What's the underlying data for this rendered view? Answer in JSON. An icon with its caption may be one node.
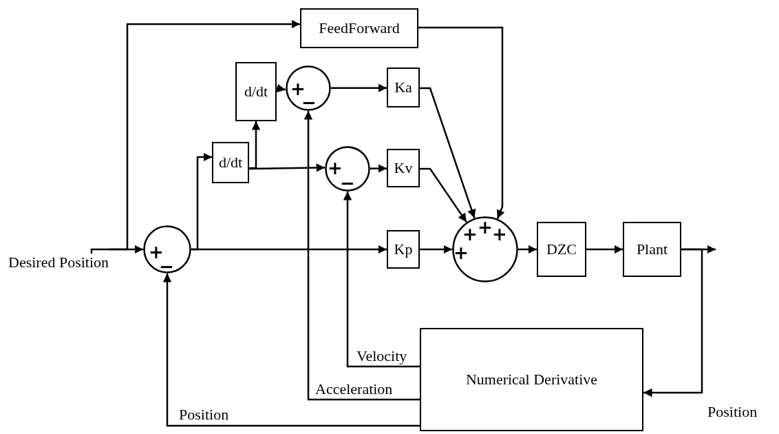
{
  "diagram": {
    "nodes": [
      {
        "text": [
          "Desired Position"
        ]
      },
      {
        "text": [
          "+",
          "−"
        ]
      },
      {
        "text": [
          "FeedForward"
        ]
      },
      {
        "text": [
          "d/dt"
        ]
      },
      {
        "text": [
          "d/dt"
        ]
      },
      {
        "text": [
          "+",
          "−"
        ]
      },
      {
        "text": [
          "+",
          "−"
        ]
      },
      {
        "text": [
          "Ka"
        ]
      },
      {
        "text": [
          "Kv"
        ]
      },
      {
        "text": [
          "Kp"
        ]
      },
      {
        "text": [
          "+",
          "+",
          "+",
          "+"
        ]
      },
      {
        "text": [
          "DZC"
        ]
      },
      {
        "text": [
          "Plant"
        ]
      },
      {
        "text": [
          "Numerical Derivative"
        ]
      }
    ],
    "edges": [
      {
        "from": 0,
        "to": 1,
        "arrow": "to"
      },
      {
        "from": 0,
        "to": 2,
        "arrow": "to"
      },
      {
        "from": 1,
        "to": 3,
        "arrow": "to"
      },
      {
        "from": 1,
        "to": 9,
        "arrow": "to"
      },
      {
        "from": 3,
        "to": 4,
        "arrow": "to"
      },
      {
        "from": 3,
        "to": 6,
        "arrow": "to"
      },
      {
        "from": 4,
        "to": 5,
        "arrow": "to"
      },
      {
        "from": 5,
        "to": 7,
        "arrow": "to"
      },
      {
        "from": 6,
        "to": 8,
        "arrow": "to"
      },
      {
        "from": 7,
        "to": 10,
        "arrow": "to"
      },
      {
        "from": 8,
        "to": 10,
        "arrow": "to"
      },
      {
        "from": 9,
        "to": 10,
        "arrow": "to"
      },
      {
        "from": 2,
        "to": 10,
        "arrow": "to"
      },
      {
        "from": 10,
        "to": 11,
        "arrow": "to"
      },
      {
        "from": 11,
        "to": 12,
        "arrow": "to"
      },
      {
        "from": 12,
        "to": null,
        "arrow": "to"
      },
      {
        "from": 12,
        "to": 13,
        "label": "Position",
        "arrow": "to"
      },
      {
        "from": 13,
        "to": 6,
        "label": "Velocity",
        "arrow": "to"
      },
      {
        "from": 13,
        "to": 5,
        "label": "Acceleration",
        "arrow": "to"
      },
      {
        "from": 13,
        "to": 1,
        "label": "Position",
        "arrow": "to"
      }
    ]
  }
}
